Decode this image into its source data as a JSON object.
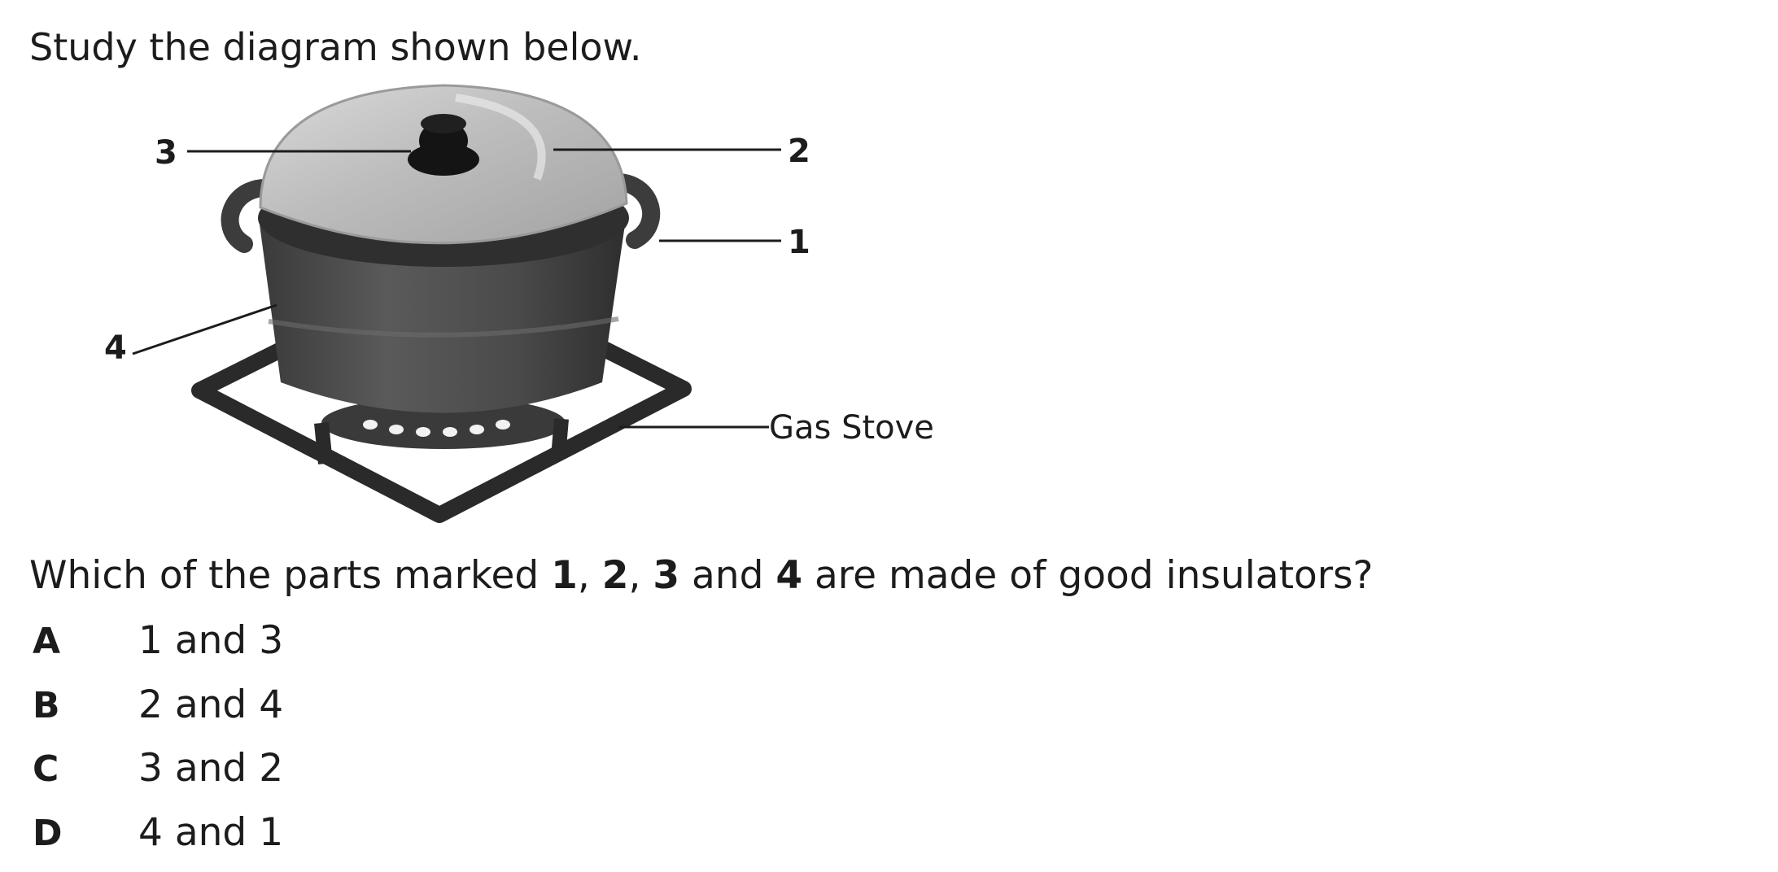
{
  "intro": "Study the diagram shown below.",
  "diagram": {
    "labels": {
      "part_1": "1",
      "part_2": "2",
      "part_3": "3",
      "part_4": "4",
      "stove": "Gas Stove"
    }
  },
  "question": {
    "prefix": "Which of the parts marked ",
    "n1": "1",
    "sep1": ", ",
    "n2": "2",
    "sep2": ", ",
    "n3": "3",
    "conj": " and ",
    "n4": "4",
    "suffix": " are made of good insulators?"
  },
  "options": [
    {
      "letter": "A",
      "text": "1 and 3"
    },
    {
      "letter": "B",
      "text": "2 and 4"
    },
    {
      "letter": "C",
      "text": "3 and 2"
    },
    {
      "letter": "D",
      "text": "4 and 1"
    }
  ]
}
